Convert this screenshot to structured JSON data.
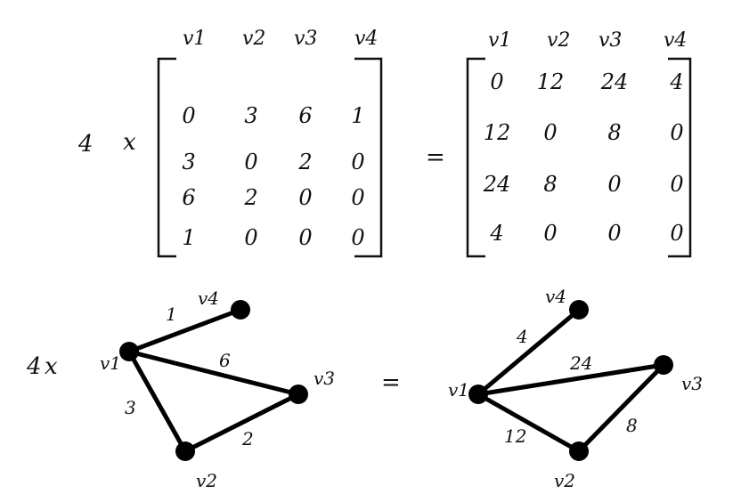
{
  "scalar": "4",
  "times": "x",
  "equals": "=",
  "vertex_labels": [
    "v1",
    "v2",
    "v3",
    "v4"
  ],
  "left_matrix": [
    [
      "0",
      "3",
      "6",
      "1"
    ],
    [
      "3",
      "0",
      "2",
      "0"
    ],
    [
      "6",
      "2",
      "0",
      "0"
    ],
    [
      "1",
      "0",
      "0",
      "0"
    ]
  ],
  "right_matrix": [
    [
      "0",
      "12",
      "24",
      "4"
    ],
    [
      "12",
      "0",
      "8",
      "0"
    ],
    [
      "24",
      "8",
      "0",
      "0"
    ],
    [
      "4",
      "0",
      "0",
      "0"
    ]
  ],
  "left_graph": {
    "edges": [
      {
        "from": "v1",
        "to": "v4",
        "weight": "1"
      },
      {
        "from": "v1",
        "to": "v3",
        "weight": "6"
      },
      {
        "from": "v1",
        "to": "v2",
        "weight": "3"
      },
      {
        "from": "v2",
        "to": "v3",
        "weight": "2"
      }
    ]
  },
  "right_graph": {
    "edges": [
      {
        "from": "v1",
        "to": "v4",
        "weight": "4"
      },
      {
        "from": "v1",
        "to": "v3",
        "weight": "24"
      },
      {
        "from": "v1",
        "to": "v2",
        "weight": "12"
      },
      {
        "from": "v2",
        "to": "v3",
        "weight": "8"
      }
    ]
  }
}
